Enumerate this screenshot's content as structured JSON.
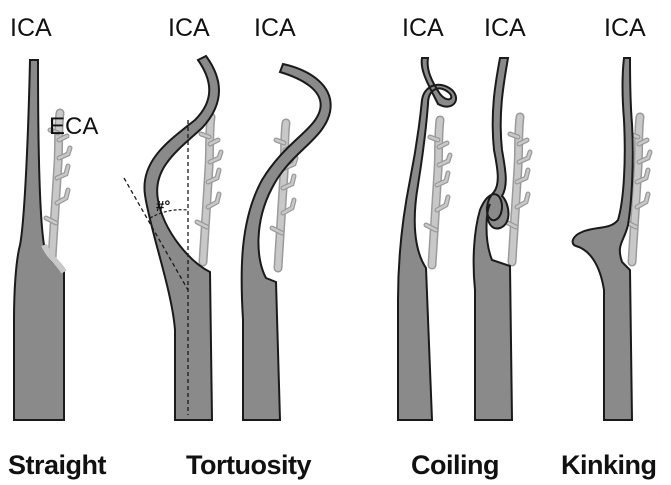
{
  "labels": {
    "ica": "ICA",
    "eca": "ECA",
    "angle": "#°"
  },
  "captions": {
    "straight": "Straight",
    "tortuosity": "Tortuosity",
    "coiling": "Coiling",
    "kinking": "Kinking"
  },
  "colors": {
    "vessel_fill": "#8a8a8a",
    "vessel_outline": "#1a1a1a",
    "eca_fill": "#c8c8c8",
    "eca_outline": "#9a9a9a",
    "text": "#111111"
  }
}
